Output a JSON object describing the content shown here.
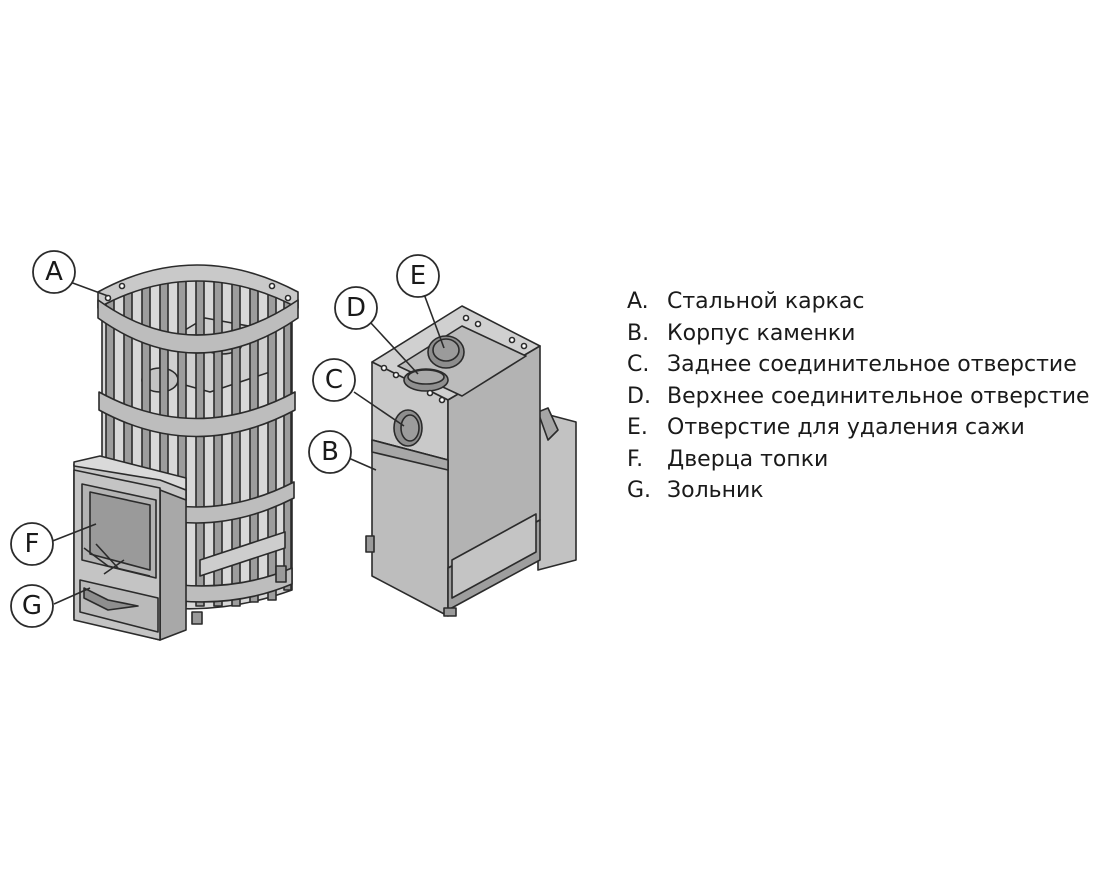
{
  "colors": {
    "outline": "#2b2b2b",
    "body_fill": "#bdbdbd",
    "body_side": "#a9a9a9",
    "light_fill": "#d4d4d4",
    "dark_fill": "#8e8e8e",
    "glass_fill": "#9a9a9a",
    "background": "#ffffff"
  },
  "callouts": [
    {
      "id": "a",
      "letter": "A"
    },
    {
      "id": "b",
      "letter": "B"
    },
    {
      "id": "c",
      "letter": "C"
    },
    {
      "id": "d",
      "letter": "D"
    },
    {
      "id": "e",
      "letter": "E"
    },
    {
      "id": "f",
      "letter": "F"
    },
    {
      "id": "g",
      "letter": "G"
    }
  ],
  "legend": [
    {
      "key": "A.",
      "label": "Стальной каркас"
    },
    {
      "key": "B.",
      "label": "Корпус каменки"
    },
    {
      "key": "C.",
      "label": "Заднее соединительное отверстие"
    },
    {
      "key": "D.",
      "label": "Верхнее соединительное отверстие"
    },
    {
      "key": "E.",
      "label": "Отверстие для удаления сажи"
    },
    {
      "key": "F.",
      "label": "Дверца топки"
    },
    {
      "key": "G.",
      "label": "Зольник"
    }
  ]
}
